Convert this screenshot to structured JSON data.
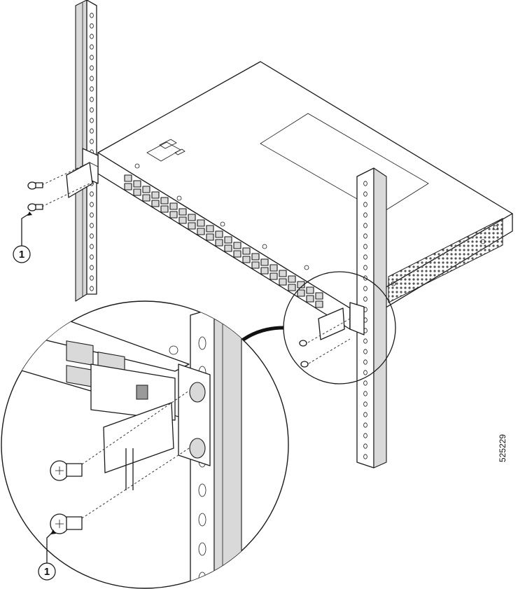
{
  "callouts": [
    {
      "label": "1"
    },
    {
      "label": "1"
    }
  ],
  "figure_id": "525229",
  "colors": {
    "line": "#1a1a1a",
    "rail_fill": "#d9d9d9",
    "vent": "#9a9a9a"
  }
}
